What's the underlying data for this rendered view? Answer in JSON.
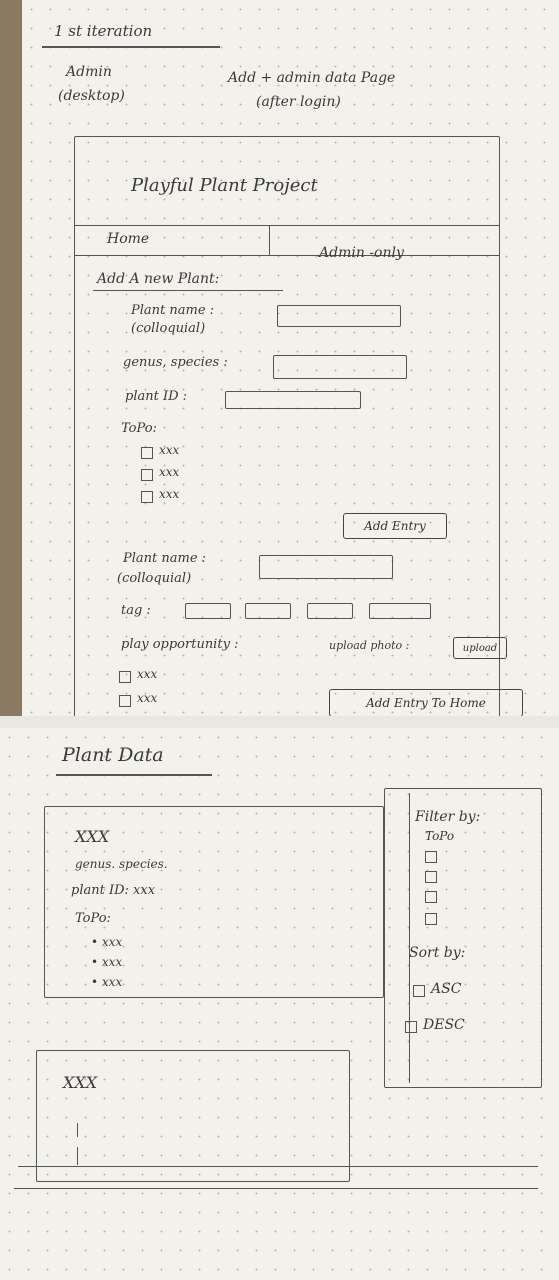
{
  "sketch1": {
    "heading": "1 st iteration",
    "left_note_1": "Admin",
    "left_note_2": "(desktop)",
    "right_note_1": "Add + admin data Page",
    "right_note_2": "(after login)",
    "site_title": "Playful Plant Project",
    "nav": {
      "home": "Home",
      "admin": "Admin -only"
    },
    "section_title": "Add A new Plant:",
    "form1": {
      "plant_name_label_1": "Plant name :",
      "plant_name_label_2": "(colloquial)",
      "genus_label": "genus, species :",
      "plant_id_label": "plant ID :",
      "topo_label": "ToPo:",
      "options": [
        "xxx",
        "xxx",
        "xxx"
      ],
      "add_button": "Add Entry"
    },
    "form2": {
      "plant_name_label_1": "Plant name :",
      "plant_name_label_2": "(colloquial)",
      "tag_label": "tag :",
      "play_label": "play opportunity :",
      "upload_label": "upload photo :",
      "upload_button": "upload",
      "options": [
        "xxx",
        "xxx"
      ],
      "add_button": "Add Entry To Home"
    }
  },
  "sketch2": {
    "title": "Plant Data",
    "card1": {
      "name": "XXX",
      "genus": "genus. species.",
      "plant_id": "plant ID: xxx",
      "topo": "ToPo:",
      "items": [
        "xxx",
        "xxx",
        "xxx"
      ]
    },
    "card2": {
      "name": "XXX"
    },
    "sidebar": {
      "filter_label": "Filter by:",
      "filter_sub": "ToPo",
      "sort_label": "Sort by:",
      "asc": "ASC",
      "desc": "DESC"
    }
  }
}
